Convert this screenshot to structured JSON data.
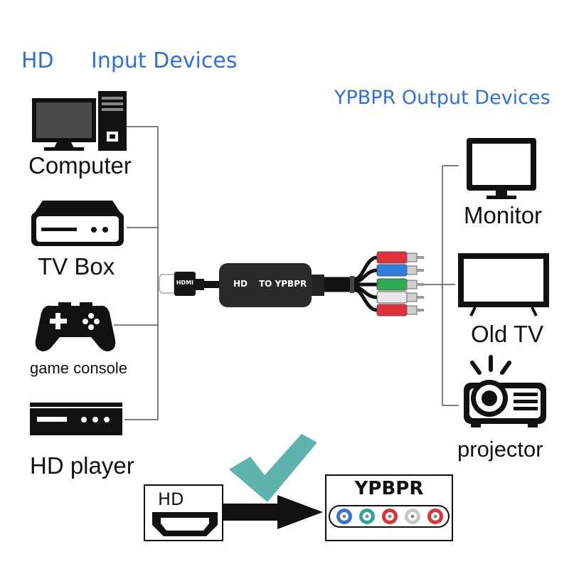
{
  "headers": {
    "hd": "HD",
    "input_devices": "Input Devices",
    "output_devices": "YPBPR Output Devices"
  },
  "inputs": [
    {
      "label": "Computer",
      "icon": "computer-icon"
    },
    {
      "label": "TV Box",
      "icon": "tv-box-icon"
    },
    {
      "label": "game console",
      "icon": "game-controller-icon"
    },
    {
      "label": "HD player",
      "icon": "hd-player-icon"
    }
  ],
  "outputs": [
    {
      "label": "Monitor",
      "icon": "monitor-icon"
    },
    {
      "label": "Old TV",
      "icon": "old-tv-icon"
    },
    {
      "label": "projector",
      "icon": "projector-icon"
    }
  ],
  "adapter": {
    "plug_text": "HDMI",
    "body_left": "HD",
    "body_right": "TO YPBPR",
    "rca_colors": [
      "#e0313a",
      "#2f7fe0",
      "#2eaa55",
      "#e8e8e8",
      "#e0313a"
    ]
  },
  "bottom": {
    "hd_label": "HD",
    "ypbpr_label": "YPBPR",
    "jack_colors": [
      "#3a6ed8",
      "#2aa88f",
      "#e0313a",
      "#c8c8c8",
      "#e0313a"
    ],
    "check_color": "#5fb3ad"
  }
}
